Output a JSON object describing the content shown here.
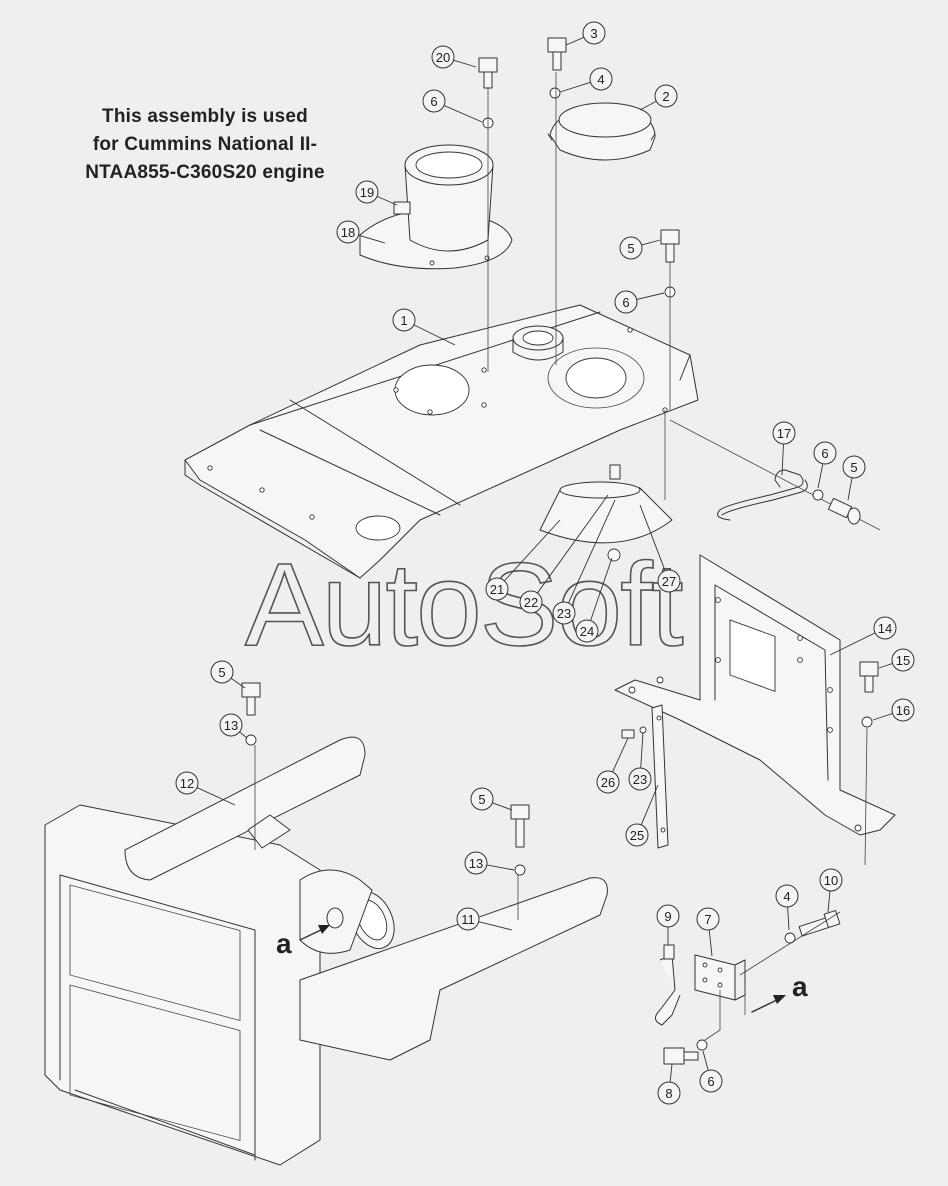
{
  "note": {
    "line1": "This assembly is used",
    "line2": "for Cummins National II-",
    "line3": "NTAA855-C360S20 engine"
  },
  "watermark": "AutoSoft",
  "view_markers": {
    "left": "a",
    "right": "a"
  },
  "callouts": [
    {
      "id": "c20",
      "label": "20"
    },
    {
      "id": "c3",
      "label": "3"
    },
    {
      "id": "c4a",
      "label": "4"
    },
    {
      "id": "c2",
      "label": "2"
    },
    {
      "id": "c6a",
      "label": "6"
    },
    {
      "id": "c19",
      "label": "19"
    },
    {
      "id": "c18",
      "label": "18"
    },
    {
      "id": "c5a",
      "label": "5"
    },
    {
      "id": "c6b",
      "label": "6"
    },
    {
      "id": "c1",
      "label": "1"
    },
    {
      "id": "c17",
      "label": "17"
    },
    {
      "id": "c6c",
      "label": "6"
    },
    {
      "id": "c5b",
      "label": "5"
    },
    {
      "id": "c21",
      "label": "21"
    },
    {
      "id": "c22",
      "label": "22"
    },
    {
      "id": "c23a",
      "label": "23"
    },
    {
      "id": "c24",
      "label": "24"
    },
    {
      "id": "c27",
      "label": "27"
    },
    {
      "id": "c14",
      "label": "14"
    },
    {
      "id": "c15",
      "label": "15"
    },
    {
      "id": "c16",
      "label": "16"
    },
    {
      "id": "c5c",
      "label": "5"
    },
    {
      "id": "c13a",
      "label": "13"
    },
    {
      "id": "c12",
      "label": "12"
    },
    {
      "id": "c26",
      "label": "26"
    },
    {
      "id": "c23b",
      "label": "23"
    },
    {
      "id": "c25",
      "label": "25"
    },
    {
      "id": "c5d",
      "label": "5"
    },
    {
      "id": "c13b",
      "label": "13"
    },
    {
      "id": "c11",
      "label": "11"
    },
    {
      "id": "c9",
      "label": "9"
    },
    {
      "id": "c7",
      "label": "7"
    },
    {
      "id": "c4b",
      "label": "4"
    },
    {
      "id": "c10",
      "label": "10"
    },
    {
      "id": "c8",
      "label": "8"
    },
    {
      "id": "c6d",
      "label": "6"
    }
  ]
}
